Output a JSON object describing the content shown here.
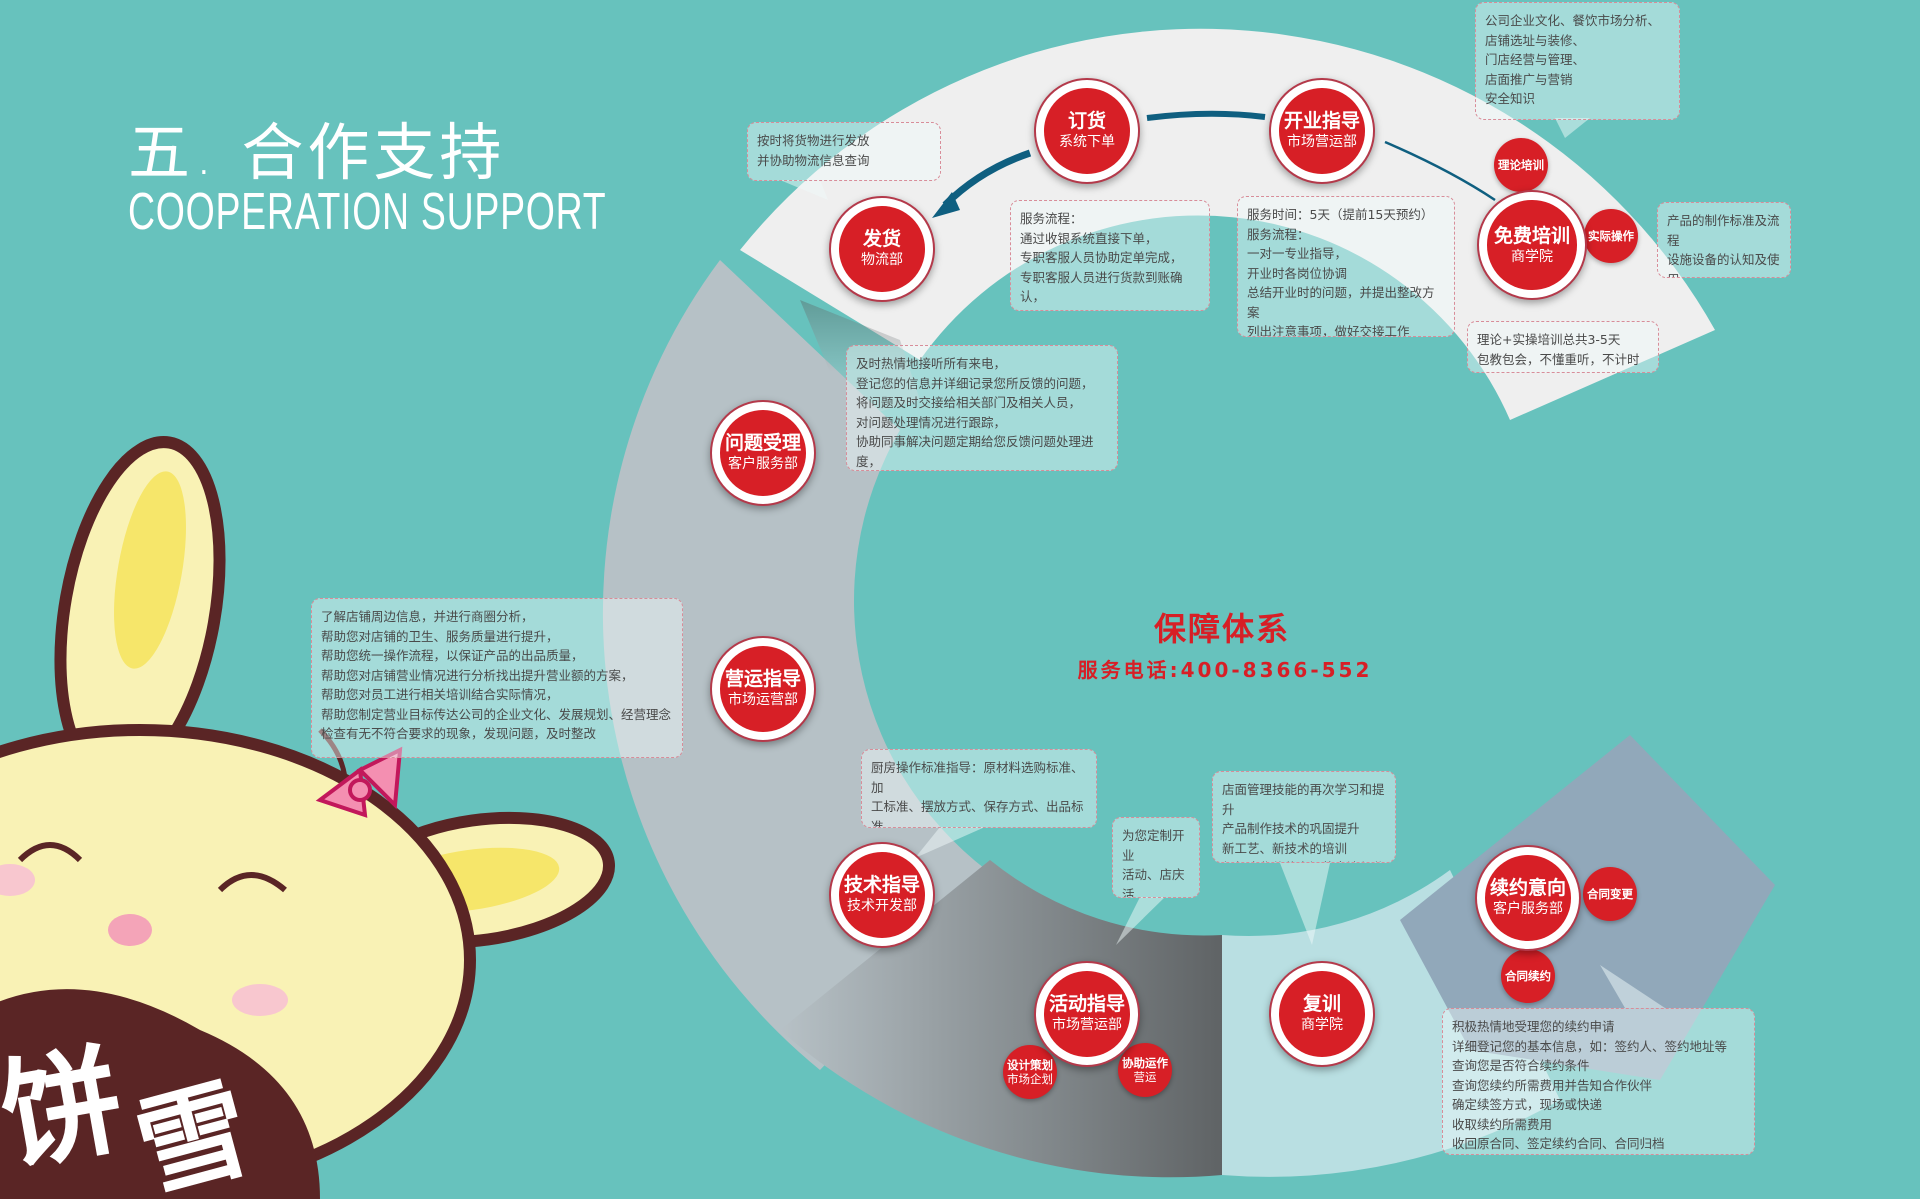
{
  "header": {
    "title": "五. 合作支持",
    "subtitle": "COOPERATION SUPPORT"
  },
  "center": {
    "title": "保障体系",
    "phone": "服务电话:400-8366-552"
  },
  "nodes": {
    "fahuo": {
      "title": "发货",
      "dept": "物流部"
    },
    "dinghuo": {
      "title": "订货",
      "dept": "系统下单"
    },
    "kaiye": {
      "title": "开业指导",
      "dept": "市场营运部"
    },
    "peixun": {
      "title": "免费培训",
      "dept": "商学院"
    },
    "wenti": {
      "title": "问题受理",
      "dept": "客户服务部"
    },
    "yingyun": {
      "title": "营运指导",
      "dept": "市场运营部"
    },
    "jishu": {
      "title": "技术指导",
      "dept": "技术开发部"
    },
    "huodong": {
      "title": "活动指导",
      "dept": "市场营运部"
    },
    "fuxun": {
      "title": "复训",
      "dept": "商学院"
    },
    "xuyue": {
      "title": "续约意向",
      "dept": "客户服务部"
    }
  },
  "mini": {
    "lilun": "理论培训",
    "shiji": "实际操作",
    "sheji": "设计策划",
    "sheji_sub": "市场企划",
    "xiezhu": "协助运作",
    "xiezhu_sub": "营运",
    "biangeng": "合同变更",
    "xuyue": "合同续约"
  },
  "bubbles": {
    "fahuo": "按时将货物进行发放\n并协助物流信息查询",
    "peixun_top": "公司企业文化、餐饮市场分析、\n店铺选址与装修、\n门店经营与管理、\n店面推广与营销\n安全知识",
    "dinghuo": "服务流程：\n通过收银系统直接下单，\n专职客服人员协助定单完成，\n专职客服人员进行货款到账确认，\n安排发货",
    "kaiye": "服务时间：5天（提前15天预约）\n服务流程：\n一对一专业指导，\n开业时各岗位协调\n总结开业时的问题，并提出整改方案\n列出注意事项，做好交接工作\n不定期电话回访，指导交流",
    "shiji": "产品的制作标准及流程\n设施设备的认知及使用\n直营店营运的观摩",
    "peixun_bottom": "理论+实操培训总共3-5天\n包教包会，不懂重听，不计时长",
    "wenti": "及时热情地接听所有来电，\n登记您的信息并详细记录您所反馈的问题，\n将问题及时交接给相关部门及相关人员，\n对问题处理情况进行跟踪，\n协助同事解决问题定期给您反馈问题处理进度，\n对处理结果进行详细登记",
    "yingyun": "了解店铺周边信息，并进行商圈分析，\n帮助您对店铺的卫生、服务质量进行提升，\n帮助您统一操作流程，以保证产品的出品质量，\n帮助您对店铺营业情况进行分析找出提升营业额的方案，\n帮助您对员工进行相关培训结合实际情况，\n帮助您制定营业目标传达公司的企业文化、发展规划、经营理念\n检查有无不符合要求的现象，发现问题，及时整改",
    "jishu": "厨房操作标准指导：原材料选购标准、加\n工标准、摆放方式、保存方式、出品标准\n等全套操作流程",
    "huodong": "为您定制开业\n活动、店庆活\n动、节假日活\n动等",
    "fuxun": "店面管理技能的再次学习和提升\n产品制作技术的巩固提升\n新工艺、新技术的培训\n组织合作伙伴之间的交流与分享",
    "xuyue": "积极热情地受理您的续约申请\n详细登记您的基本信息，如：签约人、签约地址等\n查询您是否符合续约条件\n查询您续约所需费用并告知合作伙伴\n确定续签方式，现场或快递\n收取续约所需费用\n收回原合同、签定续约合同、合同归档"
  },
  "colors": {
    "background": "#67c2bd",
    "accent": "#d71f26",
    "arrow": "#0f5f80"
  }
}
